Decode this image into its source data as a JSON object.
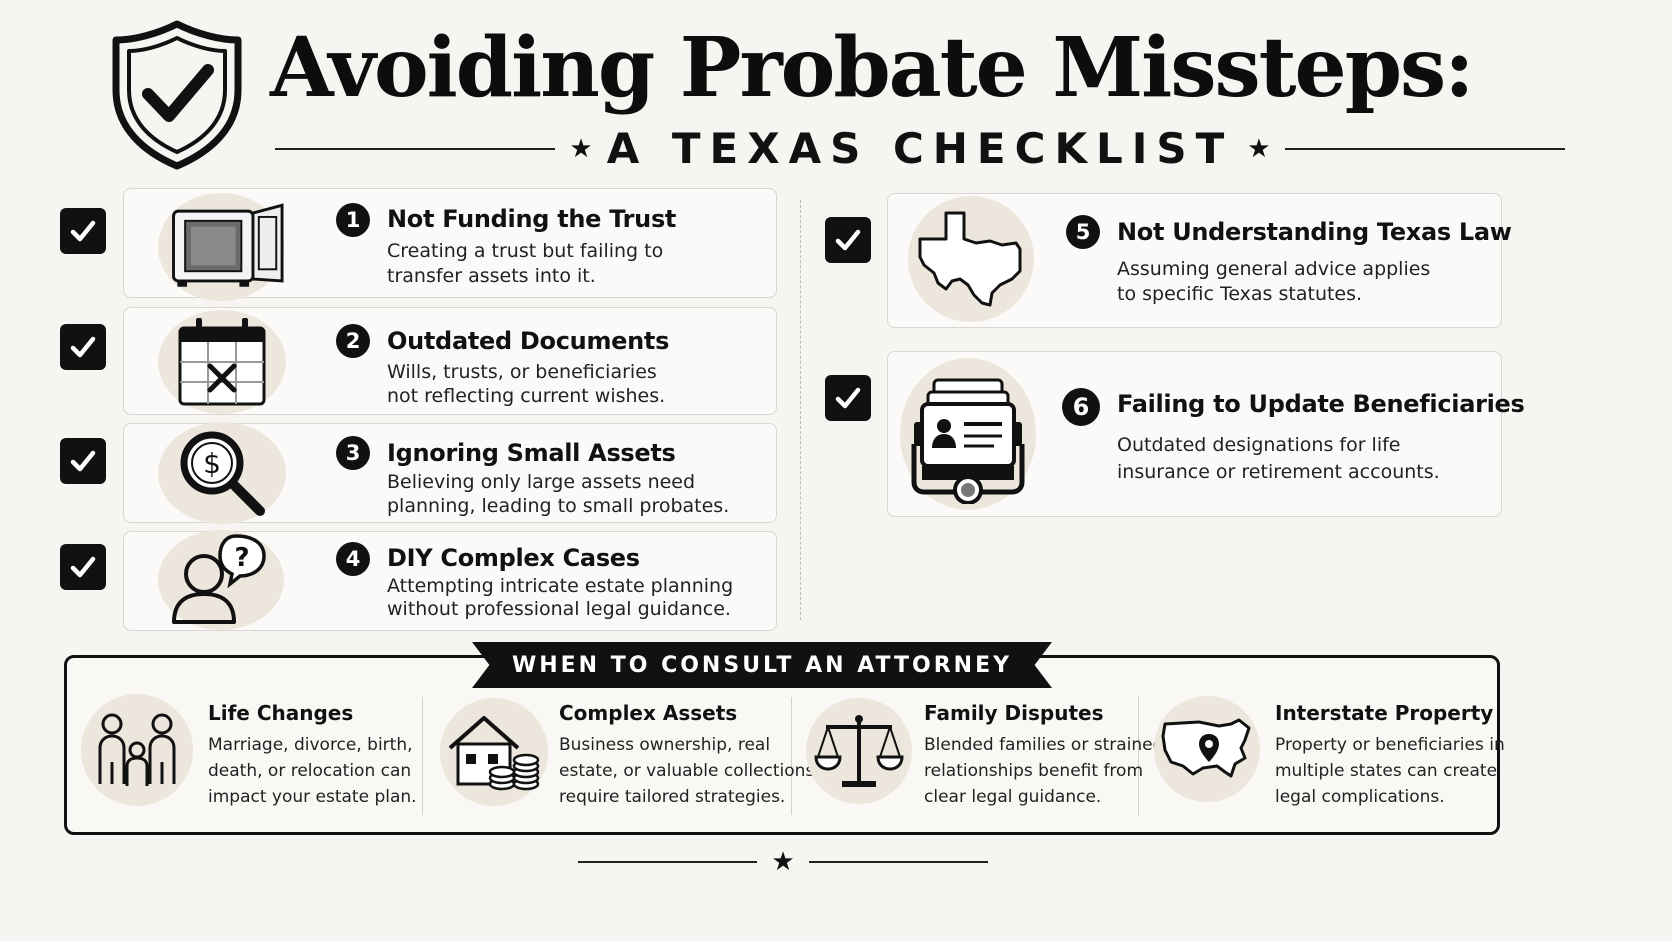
{
  "header": {
    "title": "Avoiding Probate Missteps:",
    "subtitle": "A TEXAS CHECKLIST"
  },
  "icons": {
    "shield": "shield-check-icon",
    "check": "checkmark-icon",
    "star": "star-icon"
  },
  "checklist": [
    {
      "number": "1",
      "title": "Not Funding the Trust",
      "desc1": "Creating a trust but failing to",
      "desc2": "transfer assets into it.",
      "icon": "open-safe-icon"
    },
    {
      "number": "2",
      "title": "Outdated Documents",
      "desc1": "Wills, trusts, or beneficiaries",
      "desc2": "not reflecting current wishes.",
      "icon": "calendar-x-icon"
    },
    {
      "number": "3",
      "title": "Ignoring Small Assets",
      "desc1": "Believing only large assets need",
      "desc2": "planning, leading to small probates.",
      "icon": "magnifier-dollar-icon"
    },
    {
      "number": "4",
      "title": "DIY Complex Cases",
      "desc1": "Attempting intricate estate planning",
      "desc2": "without professional legal guidance.",
      "icon": "person-question-icon"
    },
    {
      "number": "5",
      "title": "Not Understanding Texas Law",
      "desc1": "Assuming general advice applies",
      "desc2": "to specific Texas statutes.",
      "icon": "texas-map-icon"
    },
    {
      "number": "6",
      "title": "Failing to Update Beneficiaries",
      "desc1": "Outdated designations for life",
      "desc2": "insurance or retirement accounts.",
      "icon": "card-file-icon"
    }
  ],
  "consult": {
    "banner": "WHEN TO CONSULT AN ATTORNEY",
    "items": [
      {
        "title": "Life Changes",
        "l1": "Marriage, divorce, birth,",
        "l2": "death, or relocation can",
        "l3": "impact your estate plan.",
        "icon": "family-icon"
      },
      {
        "title": "Complex Assets",
        "l1": "Business ownership, real",
        "l2": "estate, or valuable collections",
        "l3": "require tailored strategies.",
        "icon": "house-coins-icon"
      },
      {
        "title": "Family Disputes",
        "l1": "Blended families or strained",
        "l2": "relationships benefit from",
        "l3": "clear legal guidance.",
        "icon": "scales-icon"
      },
      {
        "title": "Interstate Property",
        "l1": "Property or beneficiaries in",
        "l2": "multiple states can create",
        "l3": "legal complications.",
        "icon": "us-map-pin-icon"
      }
    ]
  },
  "colors": {
    "ink": "#111111",
    "background": "#f6f5f2",
    "icon_circle": "#ece6dc",
    "card_border": "#d8d6d2"
  }
}
